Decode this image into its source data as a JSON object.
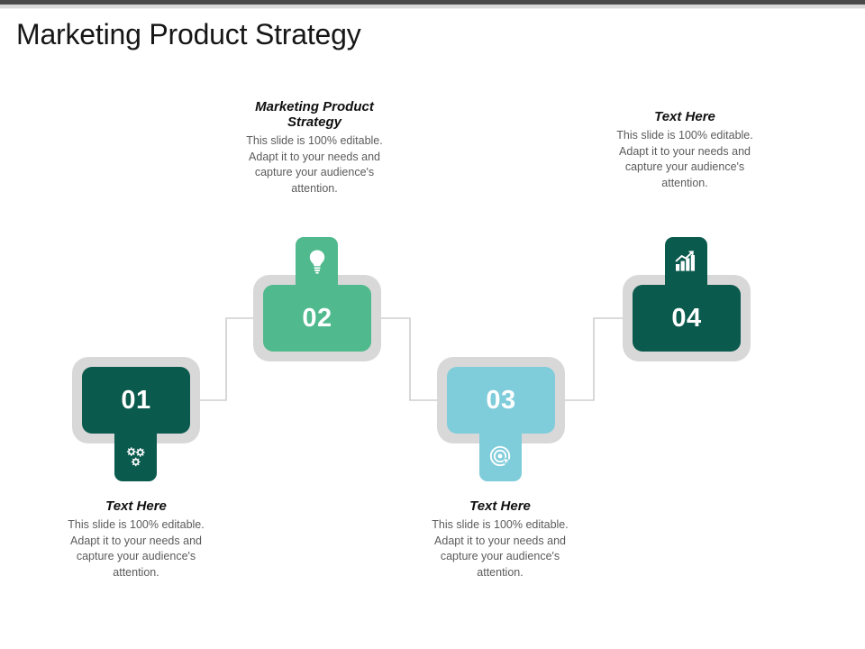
{
  "page": {
    "title": "Marketing Product Strategy",
    "background": "#ffffff"
  },
  "colors": {
    "dark_teal": "#0B5A4E",
    "green": "#50B98D",
    "light_blue": "#7FCCDB",
    "frame_gray": "#d8d8d8",
    "connector_gray": "#cfcfcf",
    "heading_text": "#101010",
    "body_text": "#5b5b5b"
  },
  "nodes": [
    {
      "number": "01",
      "color_key": "dark_teal",
      "color": "#0B5A4E",
      "icon": "gears-icon",
      "icon_position": "below",
      "text": {
        "heading": "Text Here",
        "body": "This slide is 100% editable. Adapt it to your needs and capture your audience's attention."
      },
      "text_position": "below"
    },
    {
      "number": "02",
      "color_key": "green",
      "color": "#50B98D",
      "icon": "lightbulb-icon",
      "icon_position": "above",
      "text": {
        "heading": "Marketing Product Strategy",
        "body": "This slide is 100% editable. Adapt it to your needs and capture your audience's attention."
      },
      "text_position": "above"
    },
    {
      "number": "03",
      "color_key": "light_blue",
      "color": "#7FCCDB",
      "icon": "target-cursor-icon",
      "icon_position": "below",
      "text": {
        "heading": "Text Here",
        "body": "This slide is 100% editable. Adapt it to your needs and capture your audience's attention."
      },
      "text_position": "below"
    },
    {
      "number": "04",
      "color_key": "dark_teal",
      "color": "#0B5A4E",
      "icon": "growth-chart-icon",
      "icon_position": "above",
      "text": {
        "heading": "Text Here",
        "body": "This slide is 100% editable. Adapt it to your needs and capture your audience's attention."
      },
      "text_position": "above"
    }
  ]
}
